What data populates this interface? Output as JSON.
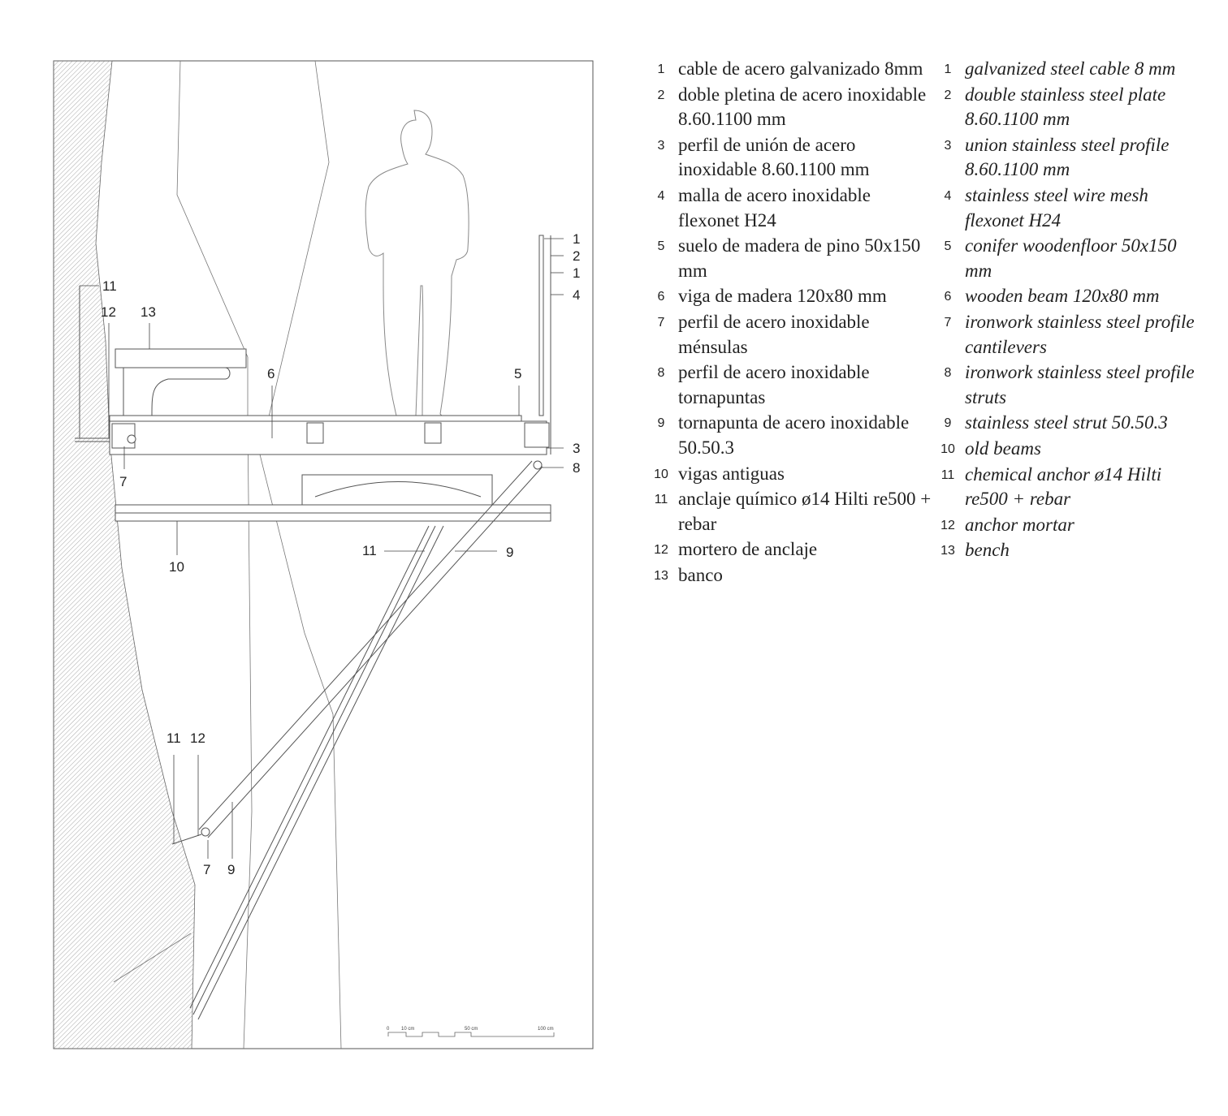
{
  "callouts": {
    "c11a": "11",
    "c12a": "12",
    "c13": "13",
    "c6": "6",
    "c5": "5",
    "c1a": "1",
    "c2": "2",
    "c1b": "1",
    "c4": "4",
    "c3": "3",
    "c8": "8",
    "c7a": "7",
    "c10": "10",
    "c11b": "11",
    "c9a": "9",
    "c11c": "11",
    "c12b": "12",
    "c7b": "7",
    "c9b": "9"
  },
  "scale_bar": {
    "t0": "0",
    "t10": "10 cm",
    "t50": "50 cm",
    "t100": "100 cm"
  },
  "legend_es": [
    {
      "n": "1",
      "t": "cable de acero galvanizado 8mm"
    },
    {
      "n": "2",
      "t": "doble pletina de acero inoxidable 8.60.1100 mm"
    },
    {
      "n": "3",
      "t": "perfil de unión de acero inoxidable 8.60.1100 mm"
    },
    {
      "n": "4",
      "t": "malla de acero inoxidable flexonet H24"
    },
    {
      "n": "5",
      "t": "suelo de madera de pino 50x150 mm"
    },
    {
      "n": "6",
      "t": "viga de madera 120x80 mm"
    },
    {
      "n": "7",
      "t": "perfil de acero inoxidable ménsulas"
    },
    {
      "n": "8",
      "t": "perfil de acero inoxidable tornapuntas"
    },
    {
      "n": "9",
      "t": "tornapunta de acero inoxidable 50.50.3"
    },
    {
      "n": "10",
      "t": "vigas antiguas"
    },
    {
      "n": "11",
      "t": "anclaje químico ø14 Hilti re500 + rebar"
    },
    {
      "n": "12",
      "t": "mortero de anclaje"
    },
    {
      "n": "13",
      "t": "banco"
    }
  ],
  "legend_en": [
    {
      "n": "1",
      "t": "galvanized steel cable 8 mm"
    },
    {
      "n": "2",
      "t": "double stainless steel plate 8.60.1100 mm"
    },
    {
      "n": "3",
      "t": "union stainless steel profile 8.60.1100 mm"
    },
    {
      "n": "4",
      "t": "stainless steel wire mesh flexonet H24"
    },
    {
      "n": "5",
      "t": "conifer woodenfloor 50x150 mm"
    },
    {
      "n": "6",
      "t": "wooden beam 120x80 mm"
    },
    {
      "n": "7",
      "t": "ironwork stainless steel profile cantilevers"
    },
    {
      "n": "8",
      "t": "ironwork stainless steel profile struts"
    },
    {
      "n": "9",
      "t": "stainless steel strut 50.50.3"
    },
    {
      "n": "10",
      "t": "old beams"
    },
    {
      "n": "11",
      "t": "chemical anchor ø14 Hilti re500 + rebar"
    },
    {
      "n": "12",
      "t": "anchor mortar"
    },
    {
      "n": "13",
      "t": "bench"
    }
  ]
}
